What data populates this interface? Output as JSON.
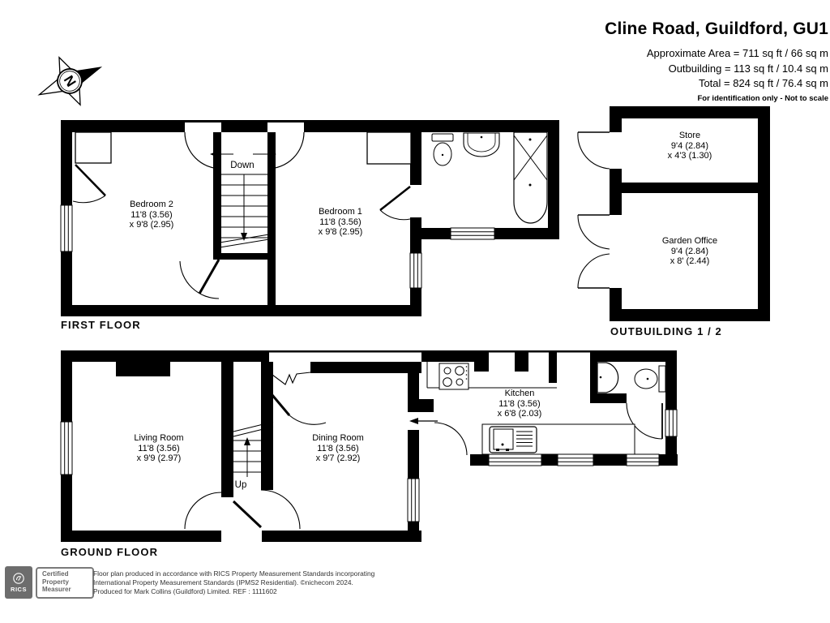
{
  "header": {
    "title": "Cline Road, Guildford, GU1",
    "area_line1": "Approximate Area = 711 sq ft / 66 sq m",
    "area_line2": "Outbuilding = 113 sq ft / 10.4 sq m",
    "area_line3": "Total = 824 sq ft / 76.4 sq m",
    "disclaimer": "For identification only - Not to scale"
  },
  "compass": {
    "north_label": "N"
  },
  "first_floor": {
    "label": "FIRST FLOOR",
    "stairs_label": "Down",
    "bedroom2": {
      "name": "Bedroom 2",
      "l2": "11'8 (3.56)",
      "l3": "x 9'8 (2.95)"
    },
    "bedroom1": {
      "name": "Bedroom 1",
      "l2": "11'8 (3.56)",
      "l3": "x 9'8 (2.95)"
    }
  },
  "ground_floor": {
    "label": "GROUND FLOOR",
    "stairs_label": "Up",
    "living": {
      "name": "Living Room",
      "l2": "11'8 (3.56)",
      "l3": "x 9'9 (2.97)"
    },
    "dining": {
      "name": "Dining Room",
      "l2": "11'8 (3.56)",
      "l3": "x 9'7 (2.92)"
    },
    "kitchen": {
      "name": "Kitchen",
      "l2": "11'8 (3.56)",
      "l3": "x 6'8 (2.03)"
    }
  },
  "outbuilding": {
    "label": "OUTBUILDING 1 / 2",
    "store": {
      "name": "Store",
      "l2": "9'4 (2.84)",
      "l3": "x 4'3 (1.30)"
    },
    "garden_office": {
      "name": "Garden Office",
      "l2": "9'4 (2.84)",
      "l3": "x 8' (2.44)"
    }
  },
  "footer": {
    "rics_label": "RICS",
    "badge": {
      "l1": "Certified",
      "l2": "Property",
      "l3": "Measurer"
    },
    "line1": "Floor plan produced in accordance with RICS Property Measurement Standards incorporating",
    "line2": "International Property Measurement Standards (IPMS2 Residential).  ©nichecom 2024.",
    "line3": "Produced for Mark Collins (Guildford) Limited.  REF : 1111602"
  },
  "colors": {
    "wall": "#000000",
    "background": "#ffffff",
    "rics_gray": "#6d6d6d"
  }
}
